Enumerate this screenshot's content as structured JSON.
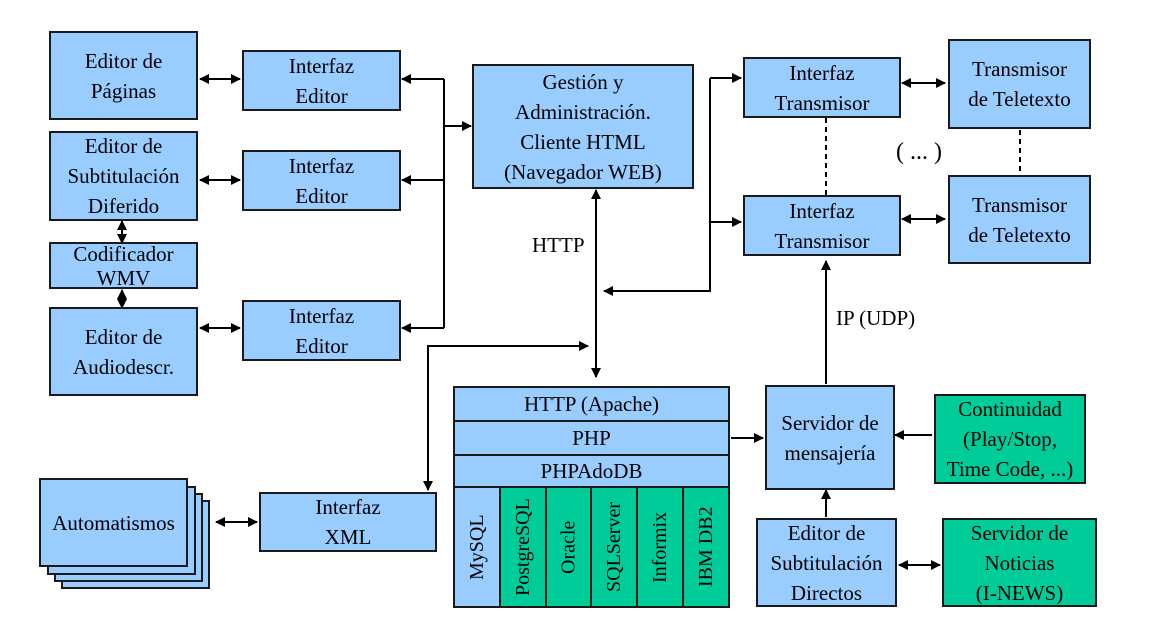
{
  "colors": {
    "blue": "#99ccff",
    "green": "#00cc99",
    "line": "#000000"
  },
  "boxes": {
    "editor_paginas": "Editor de\nPáginas",
    "editor_subtitulacion_diferido": "Editor de\nSubtitulación\nDiferido",
    "codificador_wmv": "Codificador\nWMV",
    "editor_audiodescr": "Editor de\nAudiodescr.",
    "interfaz_editor_1": "Interfaz\nEditor",
    "interfaz_editor_2": "Interfaz\nEditor",
    "interfaz_editor_3": "Interfaz\nEditor",
    "gestion": "Gestión y\nAdministración.\nCliente HTML\n(Navegador WEB)",
    "interfaz_transmisor_1": "Interfaz\nTransmisor",
    "interfaz_transmisor_2": "Interfaz\nTransmisor",
    "transmisor_teletexto_1": "Transmisor\nde Teletexto",
    "transmisor_teletexto_2": "Transmisor\nde Teletexto",
    "automatismos": "Automatismos",
    "interfaz_xml": "Interfaz\nXML",
    "http_apache": "HTTP (Apache)",
    "php": "PHP",
    "phpadodb": "PHPAdoDB",
    "servidor_mensajeria": "Servidor de\nmensajería",
    "continuidad": "Continuidad\n(Play/Stop,\nTime Code, ...)",
    "editor_subtitulacion_directos": "Editor de\nSubtitulación\nDirectos",
    "servidor_noticias": "Servidor de\nNoticias\n(I-NEWS)"
  },
  "databases": [
    "MySQL",
    "PostgreSQL",
    "Oracle",
    "SQLServer",
    "Informix",
    "IBM DB2"
  ],
  "labels": {
    "http": "HTTP",
    "ip_udp": "IP (UDP)",
    "ellipsis": "( ... )"
  }
}
